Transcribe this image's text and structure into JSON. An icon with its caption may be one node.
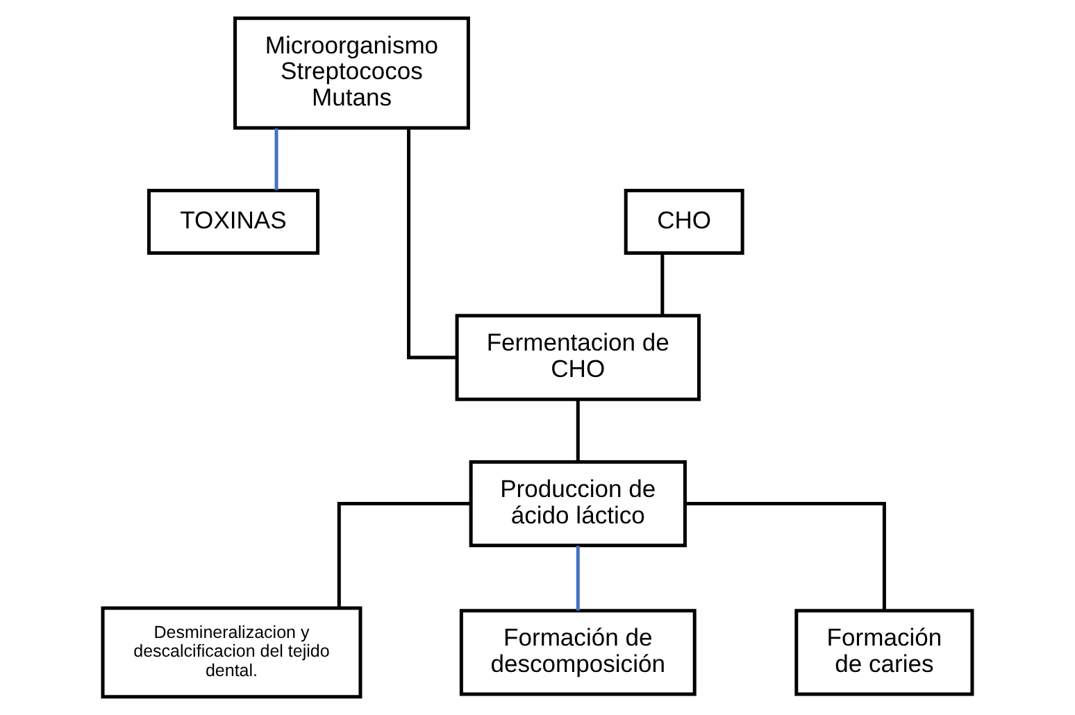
{
  "diagram": {
    "nodes": [
      {
        "text": [
          "Microorganismo Streptococos Mutans"
        ]
      },
      {
        "text": [
          "CHO"
        ]
      },
      {
        "text": [
          "TOXINAS"
        ]
      },
      {
        "text": [
          "Fermentacion de CHO"
        ]
      },
      {
        "text": [
          "Produccion de ácido láctico"
        ]
      },
      {
        "text": [
          "Desmineralizacion y descalcificacion del tejido dental."
        ]
      },
      {
        "text": [
          "Formación de descomposición"
        ]
      },
      {
        "text": [
          "Formación de caries"
        ]
      }
    ],
    "edges": [
      {
        "from": 1,
        "to": 3,
        "arrow": "none"
      },
      {
        "from": 0,
        "to": 3,
        "arrow": "none"
      },
      {
        "from": 0,
        "to": 2,
        "arrow": "none",
        "color": "#4472c4"
      },
      {
        "from": 3,
        "to": 4,
        "arrow": "none"
      },
      {
        "from": 4,
        "to": 5,
        "arrow": "none"
      },
      {
        "from": 4,
        "to": 6,
        "arrow": "none",
        "color": "#4472c4"
      },
      {
        "from": 4,
        "to": 7,
        "arrow": "none"
      }
    ]
  }
}
